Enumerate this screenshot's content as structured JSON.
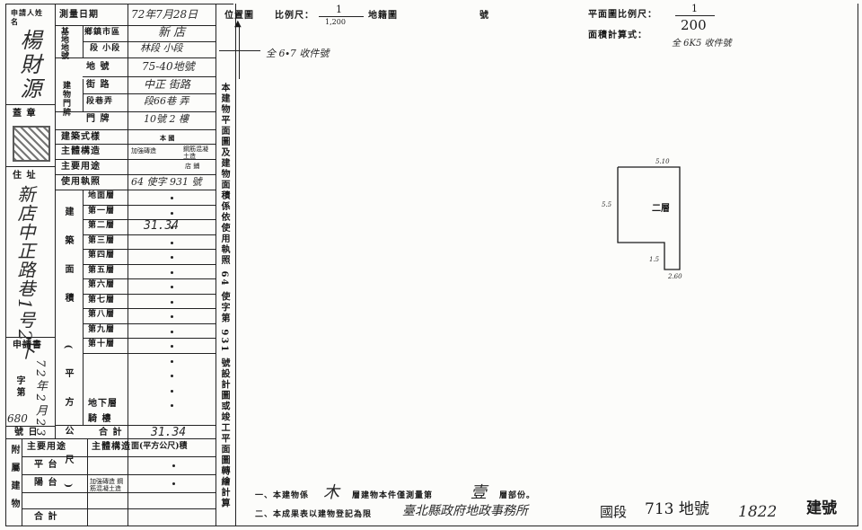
{
  "left": {
    "applicant_label": "申請人姓名",
    "applicant_name": "楊財源",
    "seal_label": "蓋 章",
    "address_label": "住 址",
    "address_value": "新店中正路巷1号2下",
    "application_label": "申請書",
    "app_char_label": "字第",
    "app_num": "72年2月23",
    "app_number": "680",
    "app_hao_label": "號 日",
    "survey_date_label": "測量日期",
    "survey_date_value": "72年7月28日",
    "base_number_label": "基地地號",
    "district_label": "鄉鎮市區",
    "district_value": "新 店",
    "section_label": "段 小段",
    "section_value": "林段 小段",
    "land_no_label": "地 號",
    "land_no_value": "75-40地號",
    "doorplate_label": "建物門牌",
    "street_label": "街 路",
    "street_value": "中正 街路",
    "lane_label": "段巷弄",
    "lane_value": "段66巷 弄",
    "door_label": "門 牌",
    "door_value": "10號 2 樓",
    "style_label": "建築式樣",
    "style_value": "本 國",
    "structure_label": "主體構造",
    "structure_value": "加強磚造",
    "structure_value_r": "鋼筋混凝土造",
    "usage_label": "主要用途",
    "usage_value": "店 鋪",
    "license_label": "使用執照",
    "license_value": "64 使字 931 號",
    "area_group_label": "建築面積 (平方公尺)",
    "floors": [
      "地面層",
      "第一層",
      "第二層",
      "第三層",
      "第四層",
      "第五層",
      "第六層",
      "第七層",
      "第八層",
      "第九層",
      "第十層"
    ],
    "second_floor_area": "31.34",
    "basement_label": "地下層",
    "mezzanine_label": "騎 樓",
    "total_label": "合 計",
    "total_value": "31.34",
    "annex_label": "附屬建物",
    "annex_usage_label": "主要用途",
    "annex_struct_label": "主體構造",
    "annex_area_label": "面(平方公尺)積",
    "annex_rows": [
      "平 台",
      "陽 台",
      "合 計"
    ],
    "annex_struct_value": "加強磚造 鋼筋混凝土造"
  },
  "header": {
    "location_label": "位置圖",
    "scale_label": "比例尺：",
    "scale_num": "1",
    "scale_den": "1,200",
    "cadastral_label": "地籍圖",
    "hao_label": "號",
    "plan_scale_label": "平面圖比例尺：",
    "plan_scale_num": "1",
    "plan_scale_den": "200",
    "area_calc_label": "面積計算式：",
    "area_calc_value": "全 6K5 收件號",
    "location_note": "全 6∙7 收件號"
  },
  "vertical_note": "本建物平面圖及建物面積係依使用執照 64 使字第 931 號設計圖或竣工平面圖轉繪計算",
  "plan": {
    "room_label": "二層",
    "dim_top": "5.10",
    "dim_left": "5.5",
    "dim_step": "1.5",
    "dim_bottom": "2.60"
  },
  "footer": {
    "note1_a": "一、本建物係",
    "note1_b": "層建物本件僅測量第",
    "note1_c": "層部份。",
    "note1_floor_total": "木",
    "note1_floor": "壹",
    "note2": "二、本成果表以建物登記為限",
    "office": "臺北縣政府地政事務所",
    "section_no": "國段",
    "land_no": "713 地號",
    "build_no": "1822",
    "build_label": "建號"
  }
}
